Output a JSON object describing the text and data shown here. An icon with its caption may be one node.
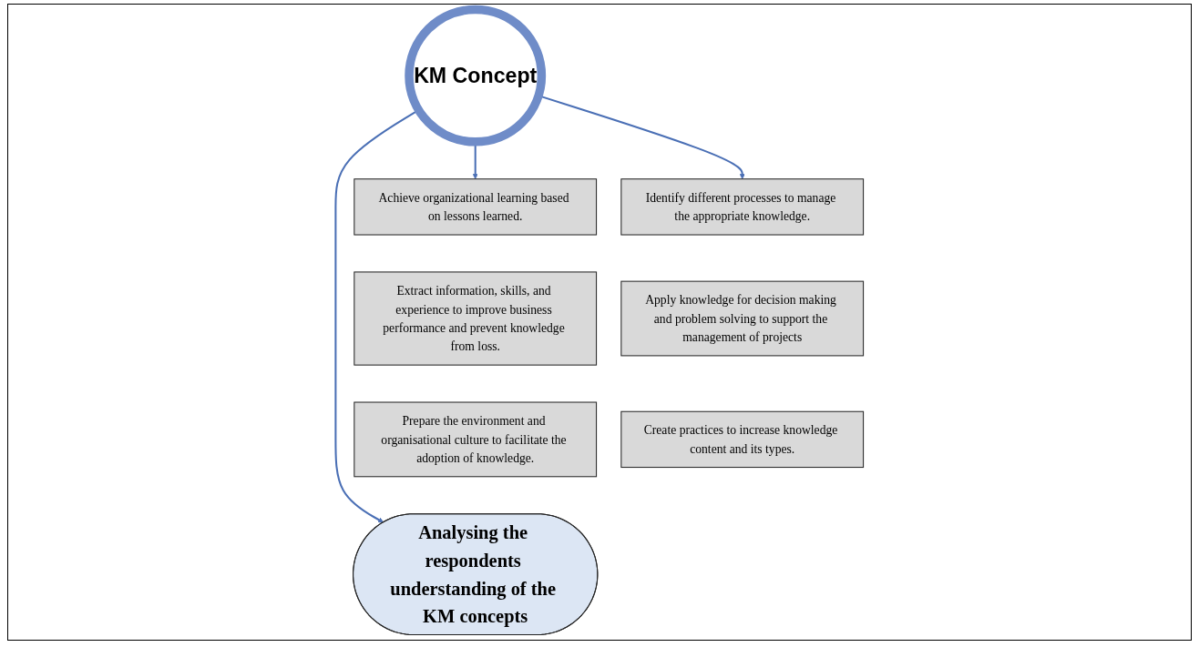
{
  "diagram": {
    "nodes": [
      {
        "text": [
          "Extract information, skills, and experience to improve business performance and prevent knowledge from loss."
        ]
      },
      {
        "text": [
          "KM Concept"
        ]
      },
      {
        "text": [
          "Apply knowledge for decision making and problem solving to support the management of projects"
        ]
      },
      {
        "text": [
          "Achieve organizational learning based on lessons learned."
        ]
      },
      {
        "text": [
          "Identify different processes to manage the appropriate knowledge."
        ]
      },
      {
        "text": [
          "Prepare the environment and organisational culture to facilitate the adoption of knowledge."
        ]
      },
      {
        "text": [
          "Create practices to increase knowledge content and its types."
        ]
      },
      {
        "text": [
          "Analysing the respondents understanding of the KM concepts"
        ]
      }
    ],
    "edges": [
      {
        "from": 1,
        "to": 3,
        "arrow": "to"
      },
      {
        "from": 1,
        "to": 4,
        "arrow": "to"
      },
      {
        "from": 1,
        "to": 7,
        "arrow": "to"
      }
    ]
  }
}
